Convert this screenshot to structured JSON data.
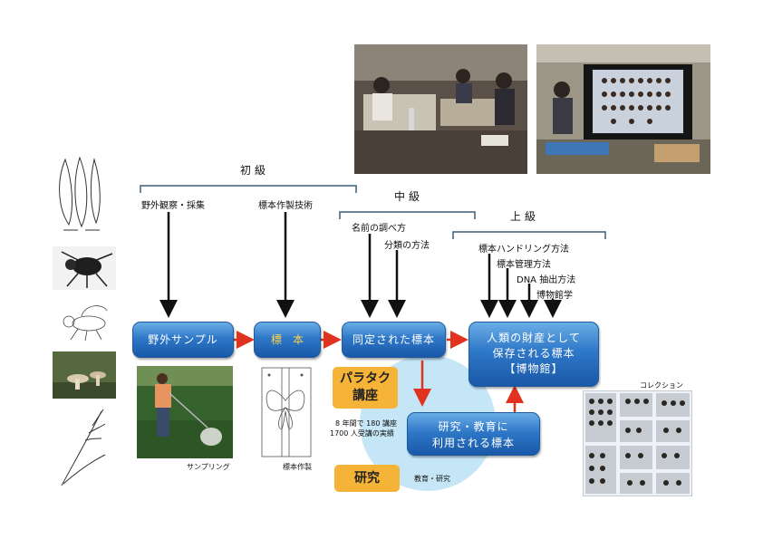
{
  "levels": {
    "beginner": "初級",
    "intermediate": "中級",
    "advanced": "上級"
  },
  "skills": {
    "field_observation": "野外観察・採集",
    "specimen_making": "標本作製技術",
    "name_lookup": "名前の調べ方",
    "classification": "分類の方法",
    "handling": "標本ハンドリング方法",
    "management": "標本管理方法",
    "dna": "DNA 抽出方法",
    "museology": "博物館学"
  },
  "boxes": {
    "field_sample": "野外サンプル",
    "specimen": "標　本",
    "identified": "同定された標本",
    "heritage_line1": "人類の財産として",
    "heritage_line2": "保存される標本",
    "heritage_line3": "【博物館】",
    "research_line1": "研究・教育に",
    "research_line2": "利用される標本",
    "paratax_line1": "パラタク",
    "paratax_line2": "講座",
    "research": "研究"
  },
  "notes": {
    "paratax_line1": "8 年間で 180 講座",
    "paratax_line2": "1700 人受講の実績",
    "edu_research": "教育・研究"
  },
  "captions": {
    "sampling": "サンプリング",
    "specimen_making": "標本作製",
    "collection": "コレクション"
  },
  "colors": {
    "box_blue": "#2f78c8",
    "orange": "#f5b437",
    "red_arrow": "#e0321e",
    "bracket": "#3a5f7a",
    "circle": "#bfe3f5"
  }
}
